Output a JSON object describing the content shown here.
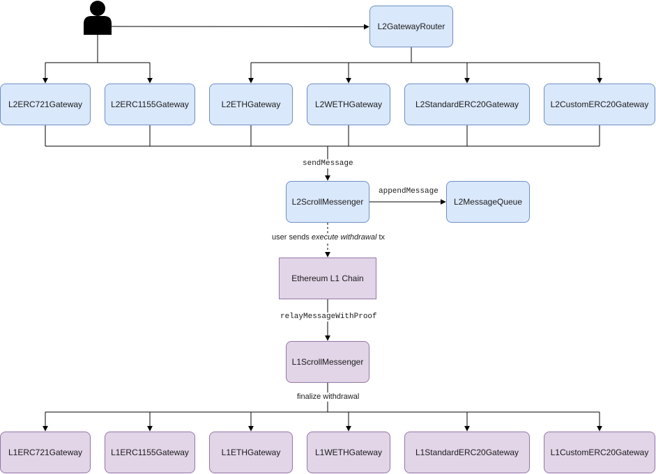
{
  "colors": {
    "blue_fill": "#dae8fc",
    "blue_stroke": "#6c8ebf",
    "purple_fill": "#e1d5e7",
    "purple_stroke": "#9673a6",
    "line": "#000000"
  },
  "actor": {
    "icon": "user-icon"
  },
  "nodes": {
    "router": "L2GatewayRouter",
    "l2_erc721": "L2ERC721Gateway",
    "l2_erc1155": "L2ERC1155Gateway",
    "l2_eth": "L2ETHGateway",
    "l2_weth": "L2WETHGateway",
    "l2_standard_erc20": "L2StandardERC20Gateway",
    "l2_custom_erc20": "L2CustomERC20Gateway",
    "l2_messenger": "L2ScrollMessenger",
    "l2_queue": "L2MessageQueue",
    "l1_chain": "Ethereum L1 Chain",
    "l1_messenger": "L1ScrollMessenger",
    "l1_erc721": "L1ERC721Gateway",
    "l1_erc1155": "L1ERC1155Gateway",
    "l1_eth": "L1ETHGateway",
    "l1_weth": "L1WETHGateway",
    "l1_standard_erc20": "L1StandardERC20Gateway",
    "l1_custom_erc20": "L1CustomERC20Gateway"
  },
  "edge_labels": {
    "send_message": "sendMessage",
    "append_message": "appendMessage",
    "user_sends_prefix": "user sends ",
    "user_sends_italic": "execute withdrawal",
    "user_sends_suffix": " tx",
    "relay": "relayMessageWithProof",
    "finalize": "finalize withdrawal"
  }
}
